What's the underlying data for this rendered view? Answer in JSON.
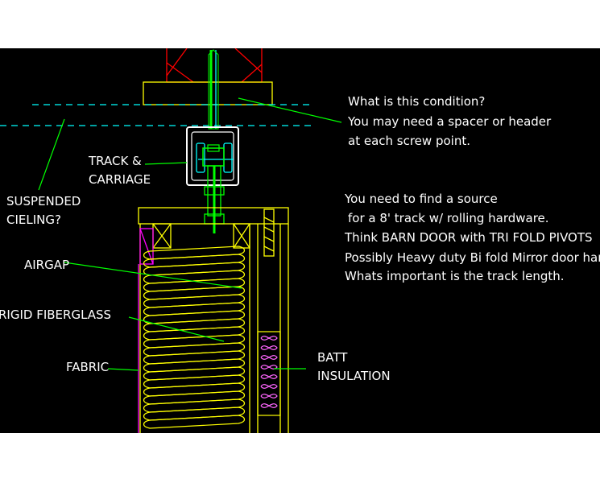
{
  "colors": {
    "background": "#000000",
    "page": "#ffffff",
    "annotation_text": "#ffffff",
    "leader": "#00ff00",
    "ceiling": "#00ffff",
    "framing": "#ffff00",
    "structure_above": "#ff0000",
    "track": "#ffffff",
    "hardware": "#00ff00",
    "insulation": "#ff66ff",
    "fabric_edge": "#ff00ff"
  },
  "labels": {
    "condition_q1": "What is this condition?",
    "condition_q2": "You may need a spacer or header",
    "condition_q3": "at each screw point.",
    "track_1": "TRACK &",
    "track_2": "CARRIAGE",
    "ceiling_1": "SUSPENDED",
    "ceiling_2": "CIELING?",
    "source_1": "You need to find a source",
    "source_2": "for a 8' track w/ rolling hardware.",
    "source_3": "Think BARN DOOR with TRI FOLD PIVOTS",
    "source_4": "Possibly Heavy duty Bi fold Mirror door hardware.",
    "source_5": "Whats important is the track length.",
    "airgap": "AIRGAP",
    "fiberglass": "RIGID FIBERGLASS",
    "fabric": "FABRIC",
    "batt_1": "BATT",
    "batt_2": "INSULATION"
  }
}
